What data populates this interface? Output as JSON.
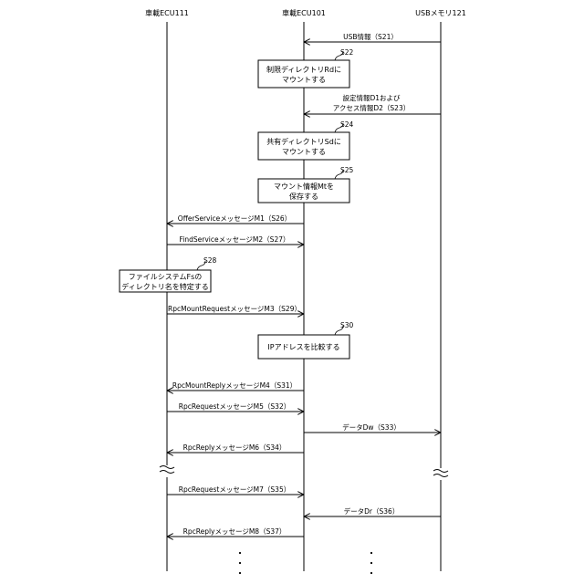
{
  "lifelines": [
    {
      "id": "ecu111",
      "label": "車載ECU111"
    },
    {
      "id": "ecu101",
      "label": "車載ECU101"
    },
    {
      "id": "usb121",
      "label": "USBメモリ121"
    }
  ],
  "messages": [
    {
      "id": "s21",
      "label": "USB情報（S21）",
      "from": "usb121",
      "to": "ecu101"
    },
    {
      "id": "s23",
      "label": [
        "設定情報D1および",
        "アクセス情報D2（S23）"
      ],
      "from": "usb121",
      "to": "ecu101"
    },
    {
      "id": "s26",
      "label": "OfferServiceメッセージM1（S26）",
      "from": "ecu101",
      "to": "ecu111"
    },
    {
      "id": "s27",
      "label": "FindServiceメッセージM2（S27）",
      "from": "ecu111",
      "to": "ecu101"
    },
    {
      "id": "s29",
      "label": "RpcMountRequestメッセージM3（S29）",
      "from": "ecu111",
      "to": "ecu101"
    },
    {
      "id": "s31",
      "label": "RpcMountReplyメッセージM4（S31）",
      "from": "ecu101",
      "to": "ecu111"
    },
    {
      "id": "s32",
      "label": "RpcRequestメッセージM5（S32）",
      "from": "ecu111",
      "to": "ecu101"
    },
    {
      "id": "s33",
      "label": "データDw（S33）",
      "from": "ecu101",
      "to": "usb121"
    },
    {
      "id": "s34",
      "label": "RpcReplyメッセージM6（S34）",
      "from": "ecu101",
      "to": "ecu111"
    },
    {
      "id": "s35",
      "label": "RpcRequestメッセージM7（S35）",
      "from": "ecu111",
      "to": "ecu101"
    },
    {
      "id": "s36",
      "label": "データDr（S36）",
      "from": "usb121",
      "to": "ecu101"
    },
    {
      "id": "s37",
      "label": "RpcReplyメッセージM8（S37）",
      "from": "ecu101",
      "to": "ecu111"
    }
  ],
  "process_boxes": [
    {
      "id": "s22",
      "step": "S22",
      "lines": [
        "制限ディレクトリRdに",
        "マウントする"
      ],
      "on": "ecu101"
    },
    {
      "id": "s24",
      "step": "S24",
      "lines": [
        "共有ディレクトリSdに",
        "マウントする"
      ],
      "on": "ecu101"
    },
    {
      "id": "s25",
      "step": "S25",
      "lines": [
        "マウント情報Mtを",
        "保存する"
      ],
      "on": "ecu101"
    },
    {
      "id": "s28",
      "step": "S28",
      "lines": [
        "ファイルシステムFsの",
        "ディレクトリ名を特定する"
      ],
      "on": "ecu111"
    },
    {
      "id": "s30",
      "step": "S30",
      "lines": [
        "IPアドレスを比較する"
      ],
      "on": "ecu101"
    }
  ]
}
